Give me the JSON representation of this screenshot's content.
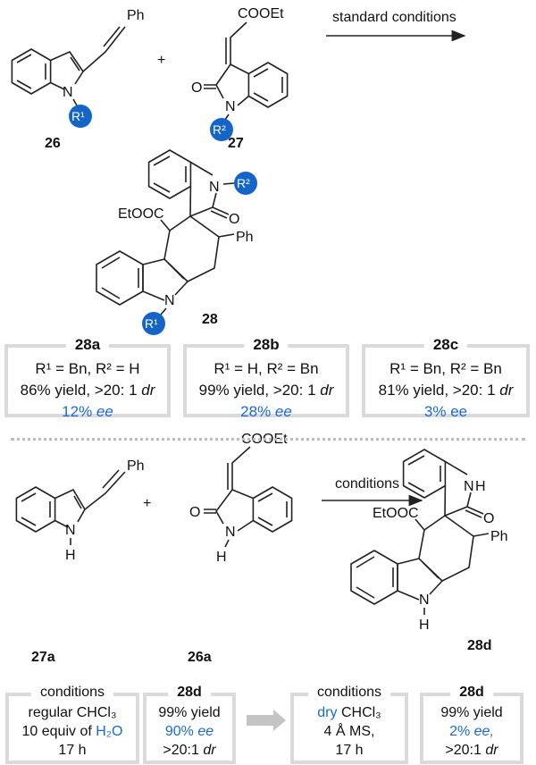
{
  "top_reaction": {
    "reactant1": {
      "label": "26",
      "substituent": "Ph",
      "r_group": "R1",
      "atom": "N"
    },
    "plus": "+",
    "reactant2": {
      "label": "27",
      "ester": "COOEt",
      "oxygen": "O",
      "atom": "N",
      "r_group": "R2"
    },
    "arrow_text": "standard conditions",
    "product": {
      "label": "28",
      "ester": "EtOOC",
      "substituent": "Ph",
      "oxygen": "O",
      "atom_n1": "N",
      "atom_n2": "N",
      "r1": "R1",
      "r2": "R2"
    }
  },
  "results": [
    {
      "title": "28a",
      "line1": "R¹ = Bn, R² = H",
      "line2_a": "86% yield, >20: 1 ",
      "line2_b": "dr",
      "ee_value": "12% ",
      "ee_unit": "ee"
    },
    {
      "title": "28b",
      "line1": "R¹ = H, R² = Bn",
      "line2_a": "99% yield, >20: 1 ",
      "line2_b": "dr",
      "ee_value": "28% ",
      "ee_unit": "ee"
    },
    {
      "title": "28c",
      "line1": "R¹ = Bn, R² = Bn",
      "line2_a": "81% yield, >20: 1 ",
      "line2_b": "dr",
      "ee_value": "3% ",
      "ee_unit": "ee"
    }
  ],
  "bottom_reaction": {
    "reactant1": {
      "label": "27a",
      "substituent": "Ph",
      "atom": "N",
      "h": "H"
    },
    "plus": "+",
    "reactant2": {
      "label": "26a",
      "ester": "COOEt",
      "oxygen": "O",
      "atom": "N",
      "h": "H"
    },
    "arrow_text": "conditions",
    "product": {
      "label": "28d",
      "ester": "EtOOC",
      "substituent": "Ph",
      "oxygen": "O",
      "atom_n1": "N",
      "atom_n2": "N",
      "h1": "H",
      "h2": "H"
    }
  },
  "comparison": {
    "wet": {
      "title": "conditions",
      "line1": "regular CHCl₃",
      "line2_a": "10 equiv of ",
      "line2_b": "H₂O",
      "line3": "17 h"
    },
    "wet_result": {
      "title": "28d",
      "yield": "99% yield",
      "ee_value": "90% ",
      "ee_unit": "ee",
      "dr_a": ">20:1 ",
      "dr_b": "dr"
    },
    "dry": {
      "title": "conditions",
      "line1_a": "dry",
      "line1_b": " CHCl₃",
      "line2": "4 Å MS,",
      "line3": "17 h"
    },
    "dry_result": {
      "title": "28d",
      "yield": "99% yield",
      "ee_value": "2% ",
      "ee_unit": "ee,",
      "dr_a": ">20:1 ",
      "dr_b": "dr"
    }
  },
  "colors": {
    "accent_blue": "#1a6ad2",
    "r_group_fill": "#1565c8",
    "box_border": "#dadada"
  }
}
